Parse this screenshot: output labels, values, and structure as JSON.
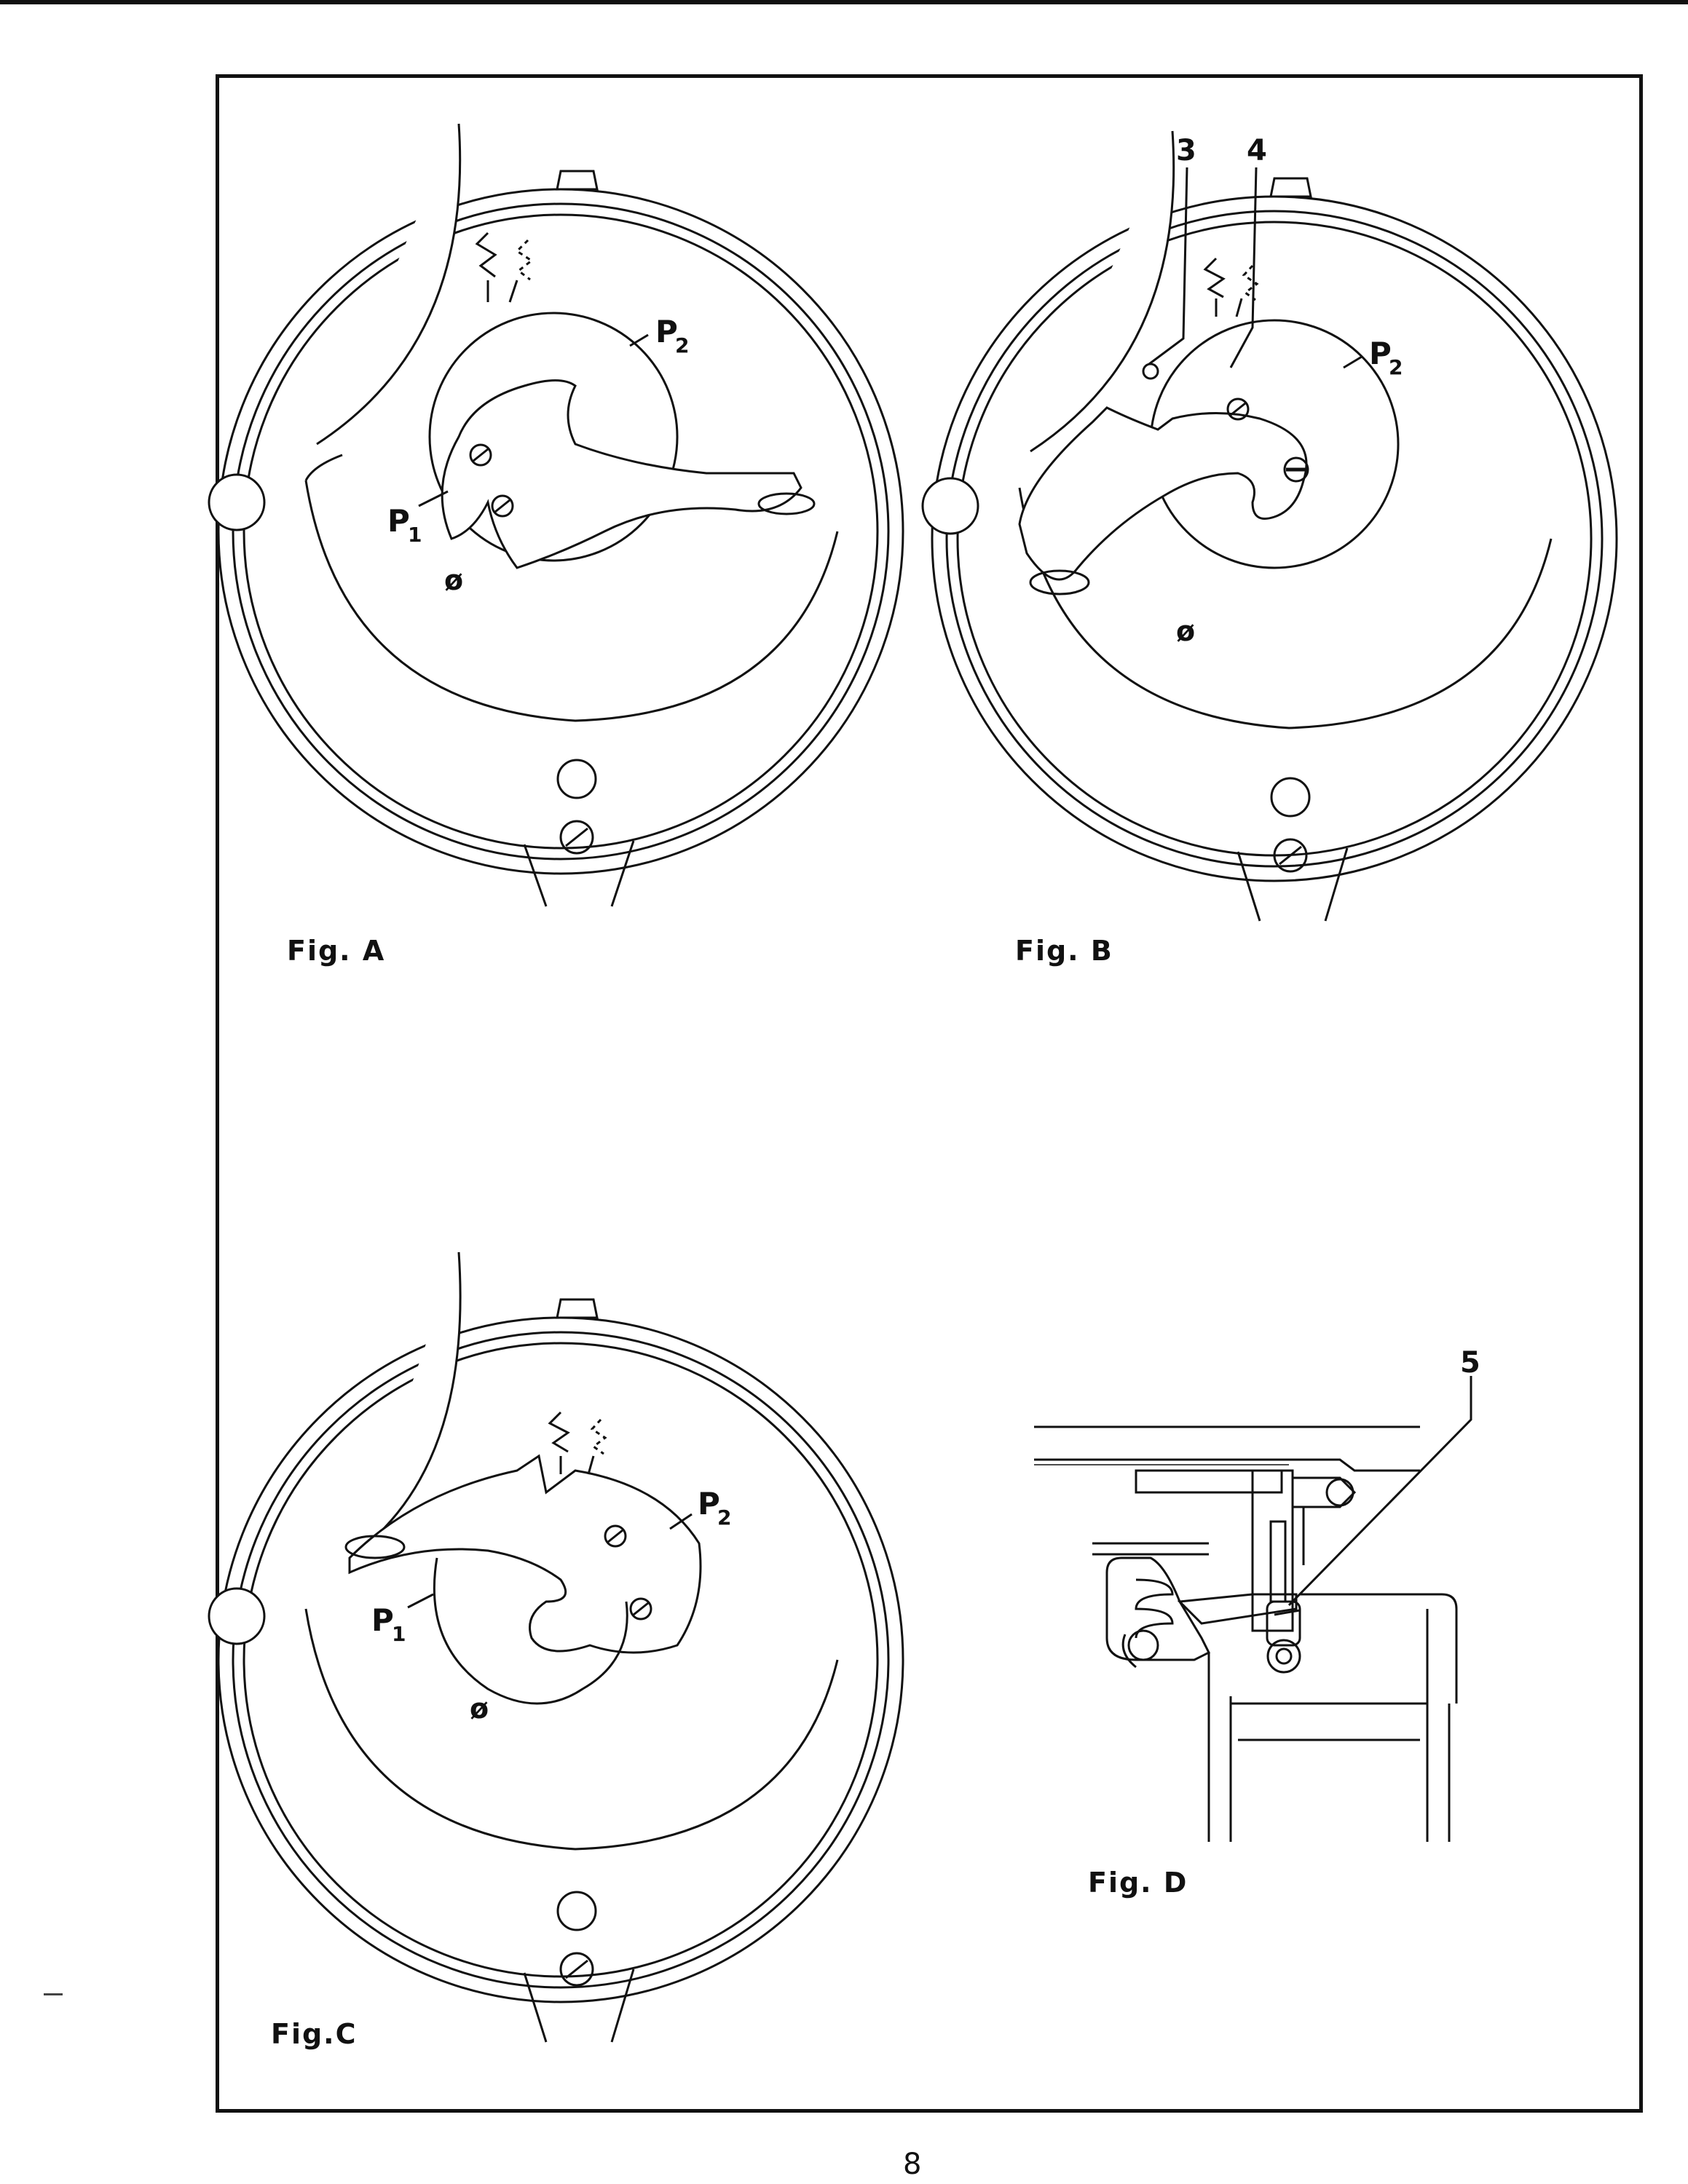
{
  "figures": [
    {
      "id": "A",
      "caption": "Fig. A",
      "labels": {
        "p1": "P",
        "p1_sub": "1",
        "p2": "P",
        "p2_sub": "2",
        "slot": "ø"
      }
    },
    {
      "id": "B",
      "caption": "Fig. B",
      "labels": {
        "p2": "P",
        "p2_sub": "2",
        "slot": "ø",
        "callout_3": "3",
        "callout_4": "4"
      }
    },
    {
      "id": "C",
      "caption": "Fig.C",
      "labels": {
        "p1": "P",
        "p1_sub": "1",
        "p2": "P",
        "p2_sub": "2",
        "slot": "ø"
      }
    },
    {
      "id": "D",
      "caption": "Fig. D",
      "labels": {
        "callout_5": "5"
      }
    }
  ],
  "page_number": "8"
}
